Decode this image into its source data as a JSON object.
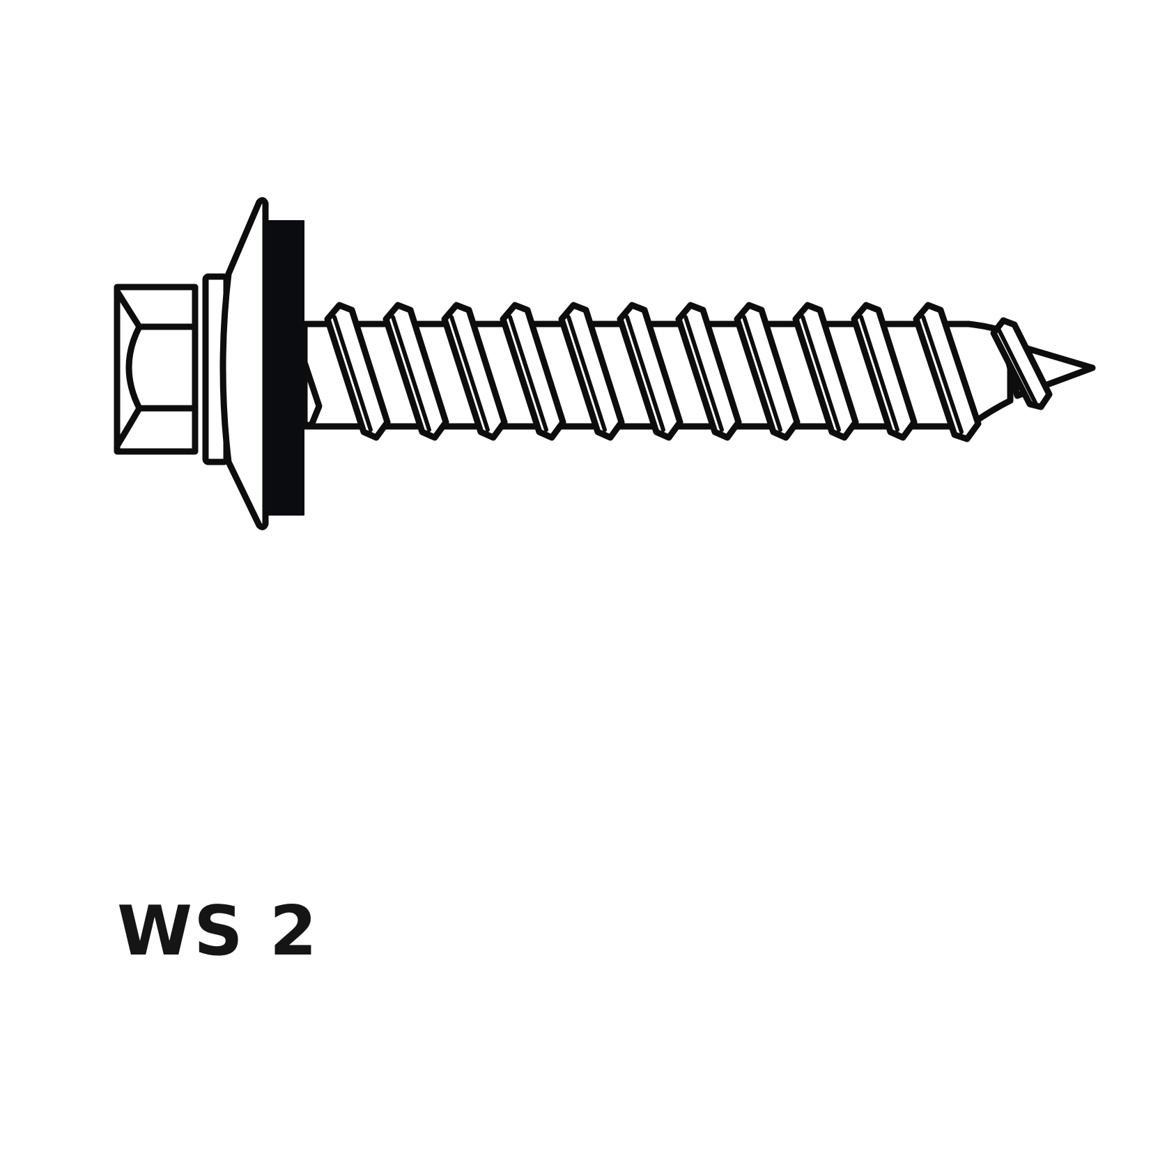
{
  "figure": {
    "subject": "self-tapping roofing screw with hex washer head, flange collar, domed metal washer and black EPDM sealing washer",
    "icon": "hex-head-screw-with-sealing-washer",
    "thread_count": 13,
    "colors": {
      "line": "#0d0d0d",
      "fill": "#ffffff",
      "washer_seal": "#0a0c10",
      "background": "#ffffff"
    }
  },
  "label": {
    "text": "WS 2",
    "color": "#151515"
  }
}
